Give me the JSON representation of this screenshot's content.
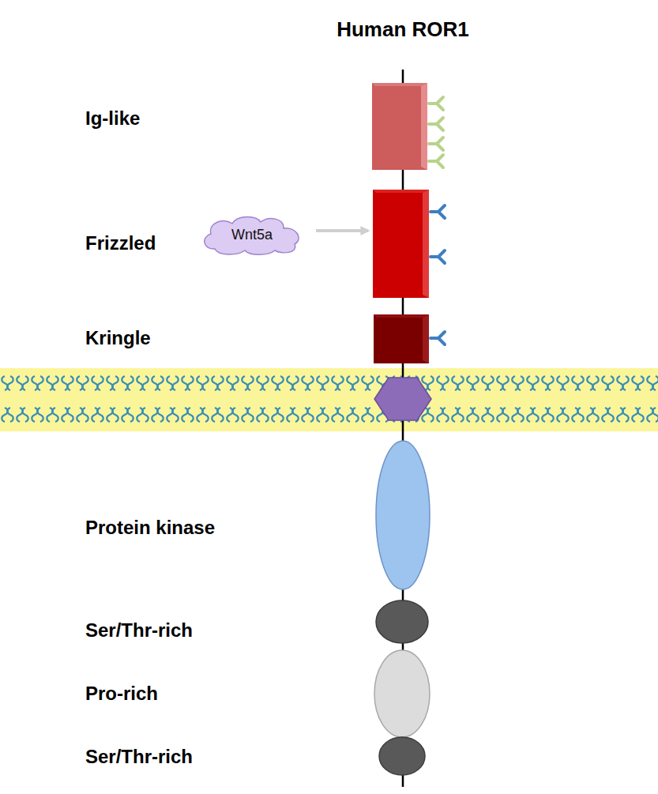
{
  "diagram": {
    "title": "Human ROR1",
    "nodes": [
      {
        "text": [
          "Ig-like"
        ]
      },
      {
        "text": [
          "Wnt5a"
        ]
      },
      {
        "text": [
          "Frizzled"
        ]
      },
      {
        "text": [
          "Kringle"
        ]
      },
      {
        "text": [
          "Protein kinase"
        ]
      },
      {
        "text": [
          "Ser/Thr-rich"
        ]
      },
      {
        "text": [
          "Pro-rich"
        ]
      },
      {
        "text": [
          "Ser/Thr-rich"
        ]
      }
    ],
    "edges": [
      {
        "from": 1,
        "to": 2,
        "arrow": "to"
      }
    ]
  }
}
